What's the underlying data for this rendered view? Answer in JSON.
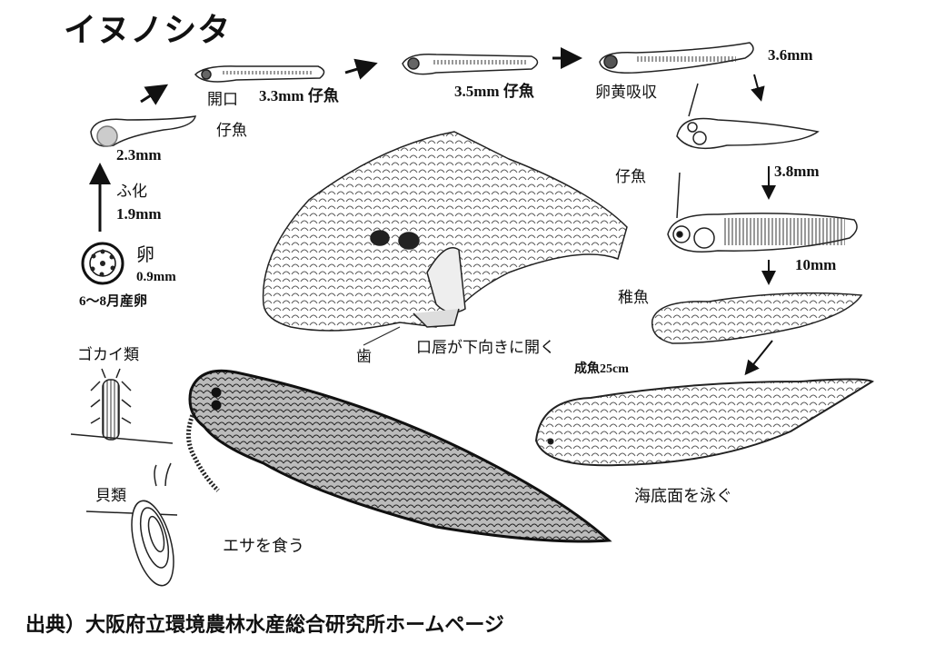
{
  "title": "イヌノシタ",
  "labels": {
    "egg": "卵",
    "egg_size": "0.9mm",
    "spawning": "6〜8月産卵",
    "hatch": "ふ化",
    "hatch_size": "1.9mm",
    "larva_1": "仔魚",
    "larva_1_size": "2.3mm",
    "mouth_open": "開口",
    "larva_2": "3.3mm 仔魚",
    "larva_3": "3.5mm 仔魚",
    "yolk_absorbed": "卵黄吸収",
    "size_3_6": "3.6mm",
    "size_3_8": "3.8mm",
    "larva_4": "仔魚",
    "size_10": "10mm",
    "juvenile": "稚魚",
    "adult": "成魚25cm",
    "teeth": "歯",
    "lips": "口唇が下向きに開く",
    "polychaete": "ゴカイ類",
    "shellfish": "貝類",
    "feeding": "エサを食う",
    "swimming": "海底面を泳ぐ"
  },
  "citation": "出典）大阪府立環境農林水産総合研究所ホームページ"
}
